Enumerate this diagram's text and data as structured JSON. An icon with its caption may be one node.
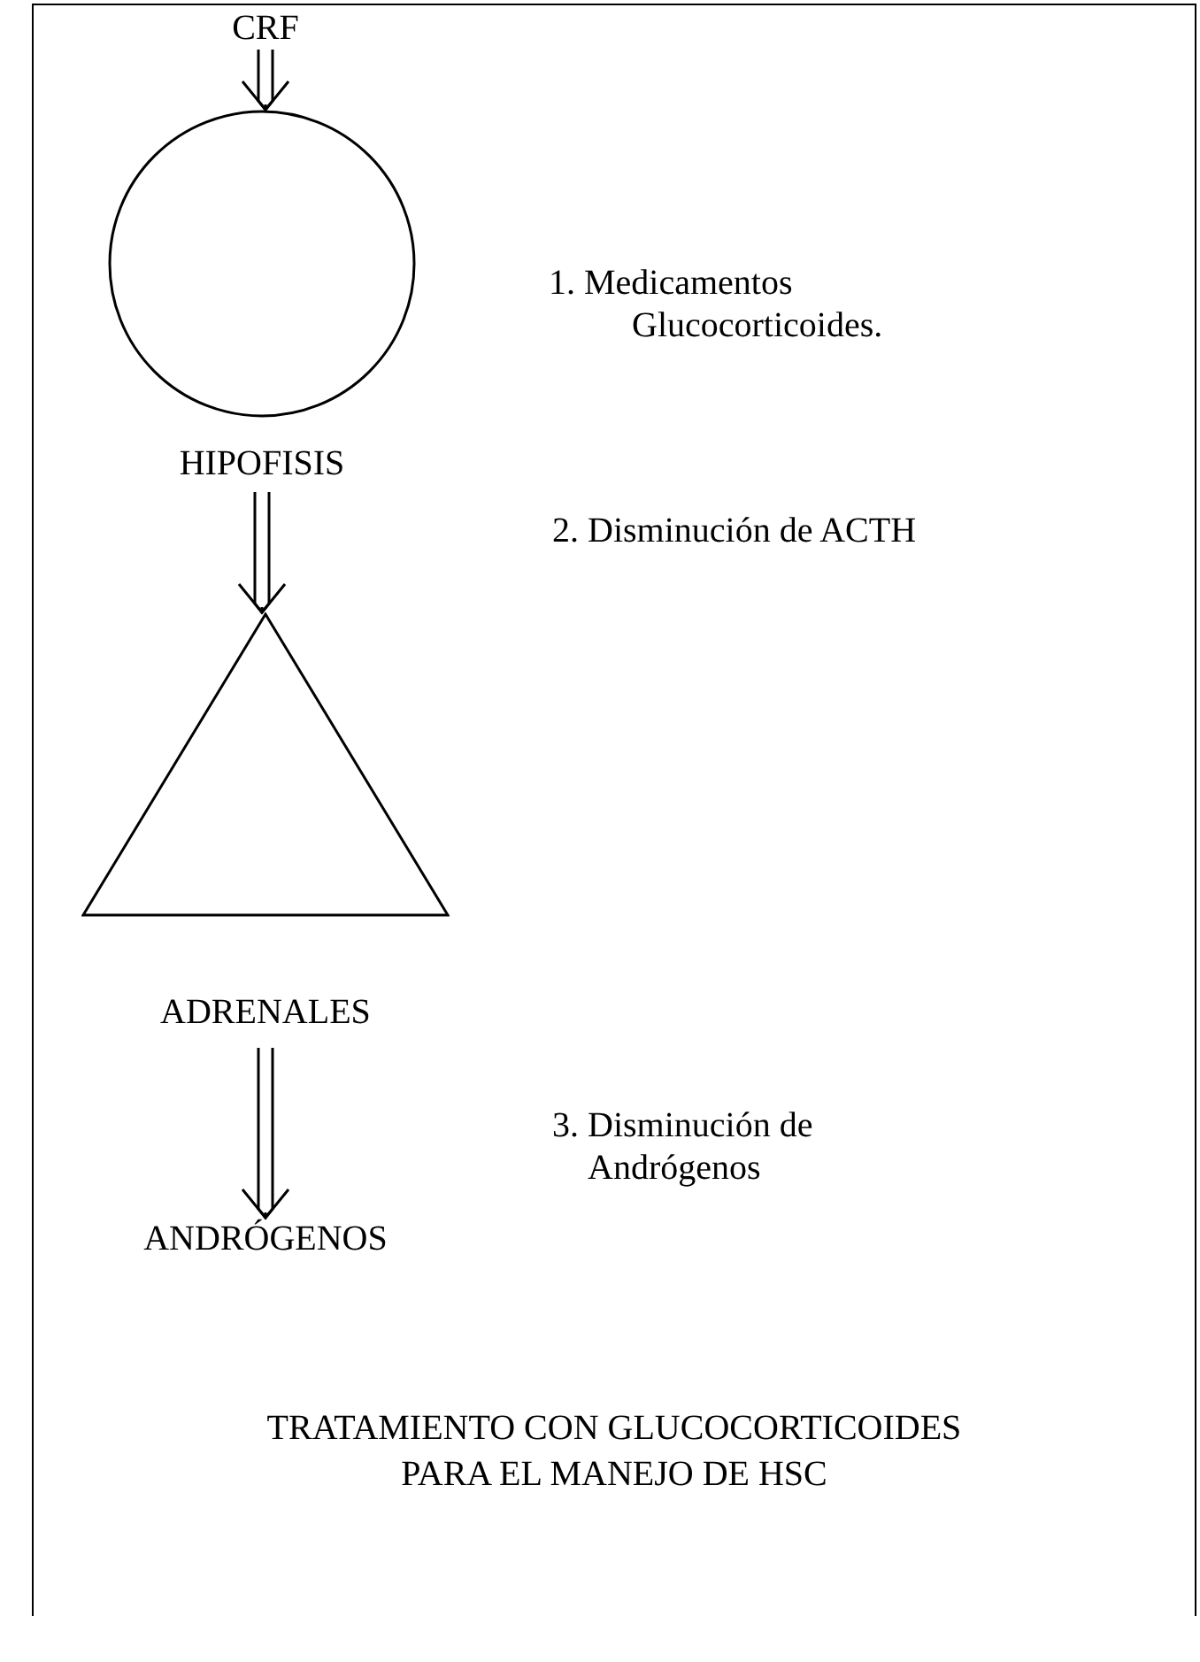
{
  "diagram": {
    "caption": "TRATAMIENTO CON GLUCOCORTICOIDES PARA EL MANEJO DE HSC",
    "nodes": [
      {
        "text": [
          "CRF"
        ]
      },
      {
        "text": [],
        "shape": "circle",
        "beside": [
          "HIPOFISIS"
        ]
      },
      {
        "text": [],
        "shape": "triangle",
        "beside": [
          "ADRENALES"
        ]
      },
      {
        "text": [
          "ANDRÓGENOS"
        ]
      }
    ],
    "edges": [
      {
        "from": 0,
        "to": 1,
        "arrow": "to"
      },
      {
        "from": 1,
        "to": 2,
        "arrow": "to"
      },
      {
        "from": 2,
        "to": 3,
        "arrow": "to"
      }
    ],
    "labels": [
      "1. Medicamentos Glucocorticoides.",
      "2. Disminución de ACTH",
      "3. Disminución de Andrógenos"
    ]
  }
}
